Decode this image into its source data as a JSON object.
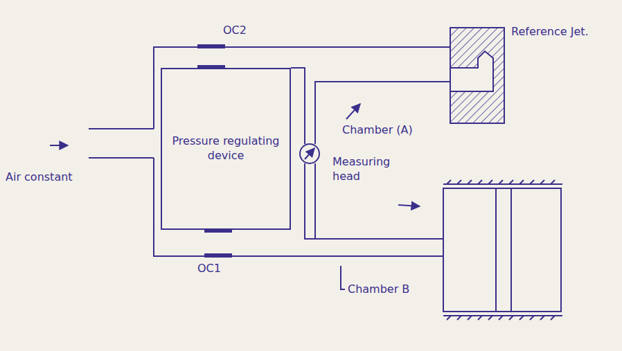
{
  "diagram": {
    "nodes": [
      {
        "text": [
          "Pressure regulating device"
        ]
      }
    ],
    "labels": [
      "OC2",
      "Reference Jet.",
      "Air constant",
      "Chamber (A)",
      "Measuring head",
      "OC1",
      "Chamber B"
    ]
  }
}
